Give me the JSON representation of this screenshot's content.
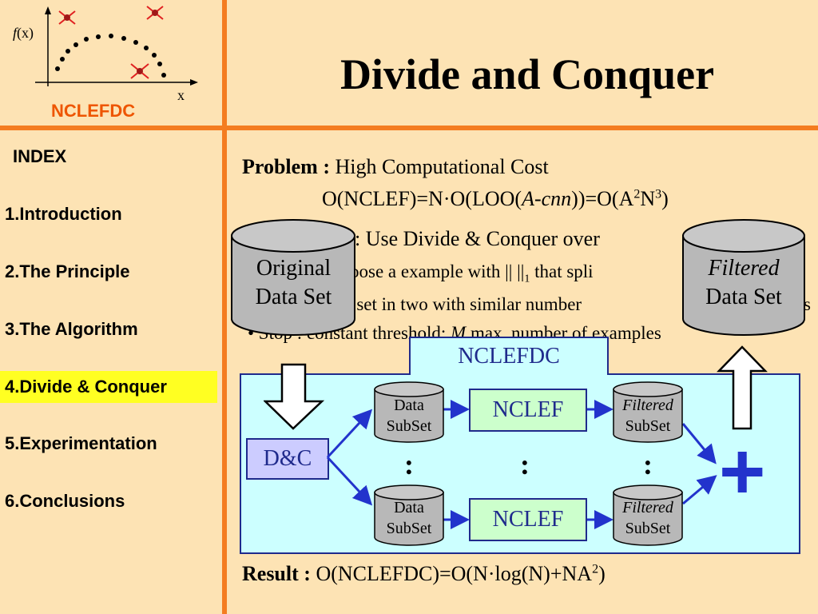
{
  "logo": {
    "ylabel_f": "f",
    "ylabel_rest": "(x)",
    "xlabel": "x",
    "brand": "NCLEFDC"
  },
  "title": "Divide and Conquer",
  "sidebar": {
    "heading": "INDEX",
    "items": [
      {
        "label": "1.Introduction",
        "active": false
      },
      {
        "label": "2.The Principle",
        "active": false
      },
      {
        "label": "3.The Algorithm",
        "active": false
      },
      {
        "label": "4.Divide & Conquer",
        "active": true
      },
      {
        "label": "5.Experimentation",
        "active": false
      },
      {
        "label": "6.Conclusions",
        "active": false
      }
    ]
  },
  "problem": {
    "label": "Problem :",
    "text": "High Computational Cost",
    "formula_a": "O(NCLEF)=N·O(LOO(",
    "formula_b": "A-cnn",
    "formula_c": "))=O(A",
    "sup1": "2",
    "formula_d": "N",
    "sup2": "3",
    "formula_e": ")"
  },
  "solution": {
    "line1": ": Use Divide & Conquer over",
    "line1_end": ":",
    "line2a": "oose a example with || ||",
    "line2_sub": "1",
    "line2b": " that spli",
    "line3": "ta set in two with similar number",
    "line3_end": "s",
    "line4a": "• Stop : constant threshold: ",
    "line4_m": "M",
    "line4b": " max. number of examples"
  },
  "cylinders": {
    "original": [
      "Original",
      "Data Set"
    ],
    "filtered": [
      "Filtered",
      "Data Set"
    ]
  },
  "diagram": {
    "panel_title": "NCLEFDC",
    "dc_label": "D&C",
    "subset_data": [
      "Data",
      "SubSet"
    ],
    "subset_filtered": [
      "Filtered",
      "SubSet"
    ],
    "nclef_label": "NCLEF",
    "ellipsis": ":",
    "plus": "+"
  },
  "result": {
    "label": "Result :",
    "formula": "O(NCLEFDC)=O(N·log(N)+NA",
    "sup": "2",
    "end": ")"
  },
  "colors": {
    "accent": "#f47c20",
    "background": "#fde3b4",
    "panel": "#ccffff",
    "nclef_box": "#ccffcc",
    "dc_box": "#ccccff",
    "highlight": "#ffff22",
    "diagram_blue": "#1f2a8c"
  }
}
